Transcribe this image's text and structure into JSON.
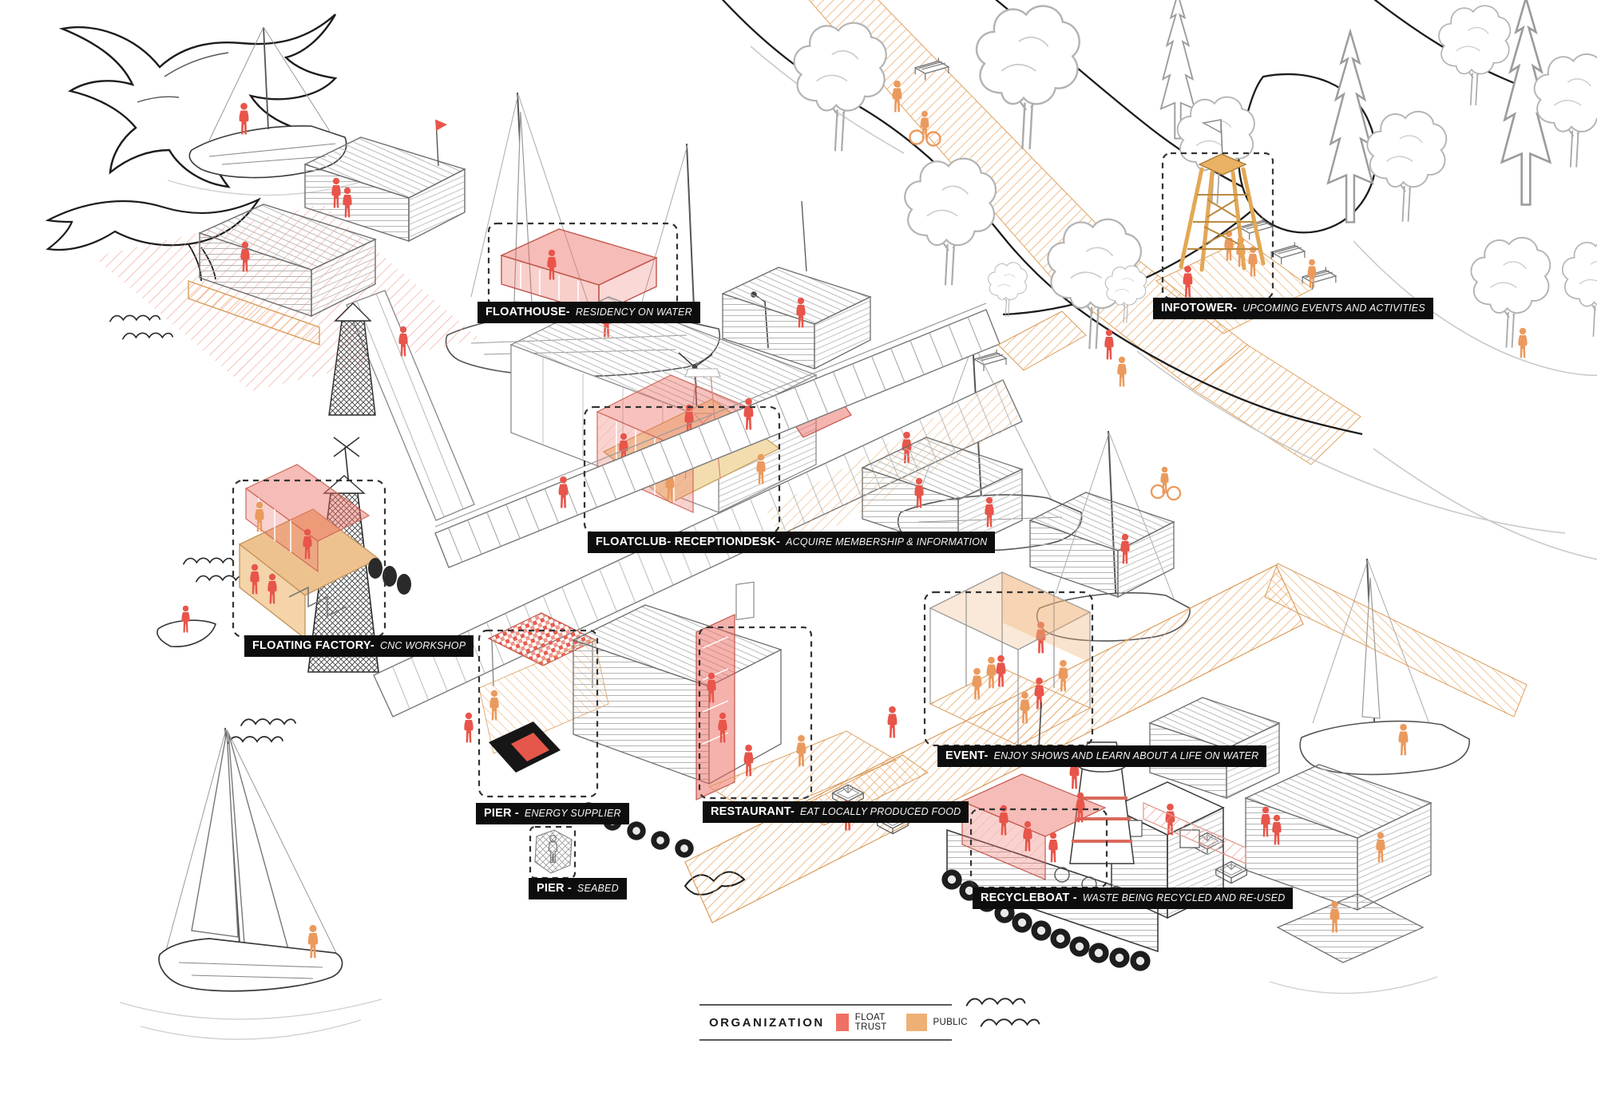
{
  "title": "Floating harbour community - axonometric diagram",
  "legend": {
    "heading": "ORGANIZATION",
    "items": [
      {
        "label": "FLOAT TRUST",
        "color": "#ef7064"
      },
      {
        "label": "PUBLIC",
        "color": "#eeb074"
      }
    ]
  },
  "labels": [
    {
      "id": "floathouse",
      "name": "FLOATHOUSE-",
      "desc": "RESIDENCY ON WATER"
    },
    {
      "id": "infotower",
      "name": "INFOTOWER-",
      "desc": "UPCOMING EVENTS AND ACTIVITIES"
    },
    {
      "id": "floatclub",
      "name": "FLOATCLUB- RECEPTIONDESK-",
      "desc": "ACQUIRE MEMBERSHIP & INFORMATION"
    },
    {
      "id": "floating-factory",
      "name": "FLOATING FACTORY-",
      "desc": "CNC WORKSHOP"
    },
    {
      "id": "pier-energy",
      "name": "PIER -",
      "desc": "ENERGY SUPPLIER"
    },
    {
      "id": "pier-seabed",
      "name": "PIER -",
      "desc": "SEABED"
    },
    {
      "id": "restaurant",
      "name": "RESTAURANT-",
      "desc": "EAT LOCALLY PRODUCED FOOD"
    },
    {
      "id": "event",
      "name": "EVENT-",
      "desc": "ENJOY SHOWS AND LEARN ABOUT A LIFE ON WATER"
    },
    {
      "id": "recycleboat",
      "name": "RECYCLEBOAT -",
      "desc": "WASTE BEING RECYCLED AND RE-USED"
    }
  ],
  "colors": {
    "float_trust": "#ef7064",
    "public": "#eeb074",
    "figure_red": "#e8554a",
    "figure_orange": "#eb9a5d",
    "label_background": "#0d0d0d",
    "line_gray": "#6e6e6e"
  },
  "scene": {
    "illustrations": [
      "seagulls",
      "sailboats",
      "floathouses",
      "boardwalk bridges",
      "shore promenade",
      "trees",
      "benches",
      "waves",
      "human figures",
      "planters",
      "lighthouse tug",
      "info tower"
    ]
  }
}
